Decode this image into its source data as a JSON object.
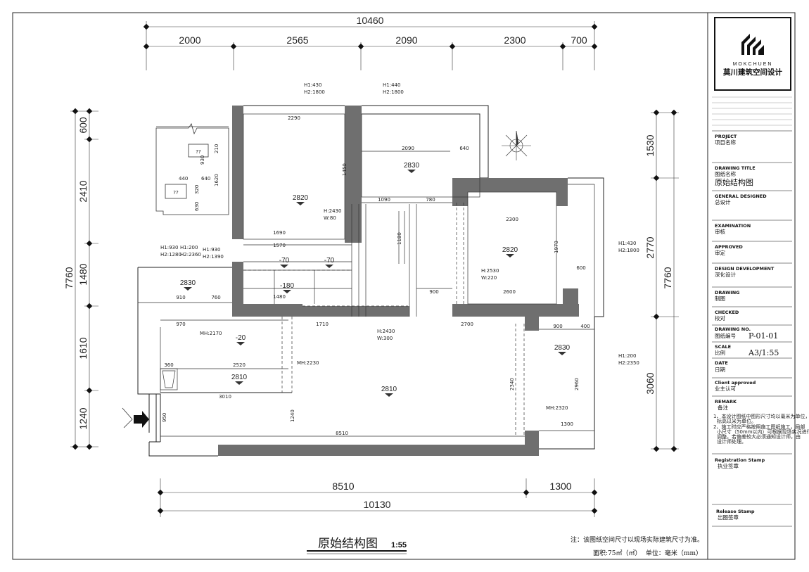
{
  "top_dims": {
    "overall": "10460",
    "segments": [
      "2000",
      "2565",
      "2090",
      "2300",
      "700"
    ]
  },
  "bottom_dims": {
    "overall": "10130",
    "segments": [
      "8510",
      "1300"
    ]
  },
  "left_dims": {
    "overall": "7760",
    "segments": [
      "600",
      "2410",
      "1480",
      "1610",
      "1240"
    ]
  },
  "right_dims": {
    "overall": "7760",
    "segments": [
      "1530",
      "2770",
      "3060"
    ]
  },
  "rooms": [
    {
      "height": "2820"
    },
    {
      "height": "2830"
    },
    {
      "height": "2820"
    },
    {
      "height": "2830"
    },
    {
      "height": "2810"
    },
    {
      "height": "2810"
    },
    {
      "height": "2830"
    }
  ],
  "level_marks": [
    "-70",
    "-70",
    "-180",
    "-20"
  ],
  "windows": [
    {
      "h1": "H1:430",
      "h2": "H2:1800"
    },
    {
      "h1": "H1:440",
      "h2": "H2:1800"
    },
    {
      "h1": "H1:930",
      "h2": "H2:1280"
    },
    {
      "h1": "H1:200",
      "h2": "H2:2360"
    },
    {
      "h1": "H1:930",
      "h2": "H2:1390"
    },
    {
      "h1": "H1:430",
      "h2": "H2:1800"
    },
    {
      "h1": "H1:200",
      "h2": "H2:2350"
    }
  ],
  "doors": [
    {
      "h": "H:2430",
      "w": "W:80"
    },
    {
      "h": "H:2530",
      "w": "W:220"
    },
    {
      "h": "H:2430",
      "w": "W:300"
    }
  ],
  "beam_heights": [
    "MH:2170",
    "MH:2230",
    "MH:2320"
  ],
  "inner_dims": [
    "2290",
    "2090",
    "640",
    "1090",
    "780",
    "2300",
    "1690",
    "1570",
    "910",
    "760",
    "970",
    "1480",
    "900",
    "2600",
    "1710",
    "2700",
    "900",
    "400",
    "2520",
    "3010",
    "8510",
    "1300",
    "360",
    "600",
    "1450",
    "1180",
    "2340",
    "2960",
    "1970",
    "1240",
    "950"
  ],
  "unknown_marks": [
    "??",
    "??"
  ],
  "unknown_dims": [
    "440",
    "640",
    "320",
    "1620",
    "930",
    "210",
    "630"
  ],
  "title_block": {
    "logo_text": "MOKCHUEN",
    "logo_cn": "莫川建筑空间设计",
    "project_label": "PROJECT",
    "project_cn": "项目名称",
    "drawing_title_label": "DRAWING TITLE",
    "drawing_title_cn": "图纸名称",
    "drawing_title_value": "原始结构图",
    "general_designed_label": "GENERAL  DESIGNED",
    "general_designed_cn": "总设计",
    "examination_label": "EXAMINATION",
    "examination_cn": "审核",
    "approved_label": "APPROVED",
    "approved_cn": "审定",
    "design_dev_label": "DESIGN DEVELOPMENT",
    "design_dev_cn": "深化设计",
    "drawing_label": "DRAWING",
    "drawing_cn": "制图",
    "checked_label": "CHECKED",
    "checked_cn": "校对",
    "drawing_no_label": "DRAWING NO.",
    "drawing_no_cn": "图纸编号",
    "drawing_no_value": "P-01-01",
    "scale_label": "SCALE",
    "scale_cn": "比例",
    "scale_value": "A3/1:55",
    "date_label": "DATE",
    "date_cn": "日期",
    "client_label": "Client approved",
    "client_cn": "业主认可",
    "remark_label": "REMARK",
    "remark_cn": "备注",
    "remark_1a": "1、本设计图纸中图形尺寸均以毫米为单位，",
    "remark_1b": "标高以米为单位。",
    "remark_2a": "2、施工时应严格按照施工图纸施工，局部",
    "remark_2b": "小尺寸（50mm以内）可根据现场实况进行",
    "remark_2c": "调整。若偏差较大必须通知设计师，由",
    "remark_2d": "设计师处理。",
    "registration_label": "Registration Stamp",
    "registration_cn": "执业签章",
    "release_label": "Release Stamp",
    "release_cn": "出图签章"
  },
  "footer": {
    "title": "原始结构图",
    "scale": "1:55",
    "note": "注：该图纸空间尺寸以现场实际建筑尺寸为准。",
    "area": "面积:75㎡（㎡）",
    "unit": "单位：毫米（mm）"
  },
  "colors": {
    "wall_fill": "#6f6f6f",
    "line": "#222222",
    "dim_line": "#333333"
  }
}
